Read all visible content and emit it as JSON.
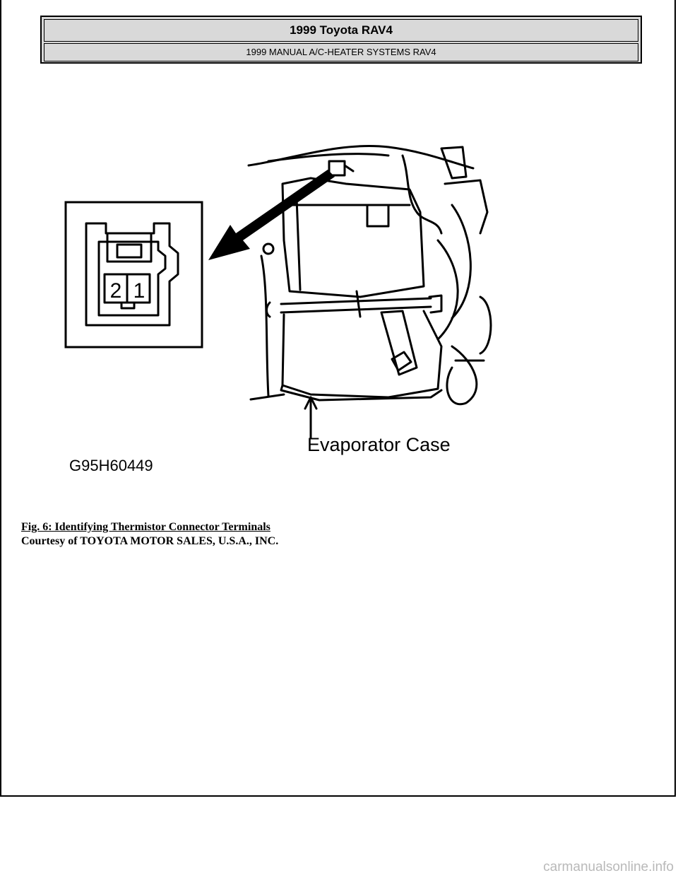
{
  "header": {
    "title": "1999 Toyota RAV4",
    "subtitle": "1999 MANUAL A/C-HEATER SYSTEMS RAV4"
  },
  "figure": {
    "connector_terminal_left": "2",
    "connector_terminal_right": "1",
    "callout_label": "Evaporator Case",
    "figure_code": "G95H60449"
  },
  "caption": {
    "title": "Fig. 6: Identifying Thermistor Connector Terminals",
    "courtesy": "Courtesy of TOYOTA MOTOR SALES, U.S.A., INC."
  },
  "footer": {
    "watermark": "carmanualsonline.info"
  }
}
